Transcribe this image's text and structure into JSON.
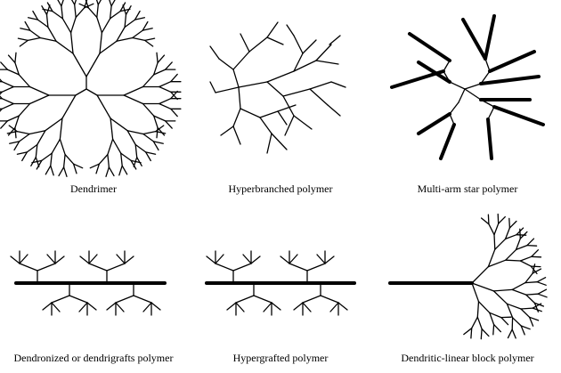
{
  "panels": [
    {
      "label": "Dendrimer"
    },
    {
      "label": "Hyperbranched polymer"
    },
    {
      "label": "Multi-arm star polymer"
    },
    {
      "label": "Dendronized or dendrigrafts polymer"
    },
    {
      "label": "Hypergrafted polymer"
    },
    {
      "label": "Dendritic-linear block polymer"
    }
  ]
}
